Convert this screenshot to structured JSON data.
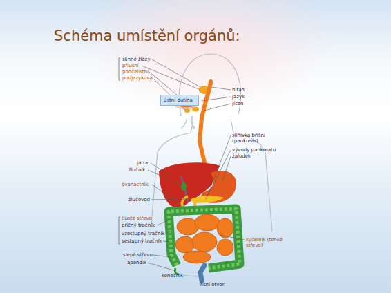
{
  "diagram": {
    "title": "Schéma umístění orgánů:",
    "nodes": [
      {
        "text": [
          "ústní dutina"
        ]
      }
    ],
    "labels": [
      "slinné žlázy",
      "příušní",
      "podčelistní",
      "podjazyková",
      "hltan",
      "jazyk",
      "jícen",
      "slinivka břišní (pankreas)",
      "vývody pankreatu",
      "žaludek",
      "játra",
      "žlučník",
      "dvanáctník",
      "žlučovod",
      "tlusté střevo",
      "příčný tračník",
      "vzestupný tračník",
      "sestupný tračník",
      "kyčelník (tenké střevo)",
      "slepé střevo",
      "apendix",
      "konečník",
      "řitní otvor"
    ]
  }
}
